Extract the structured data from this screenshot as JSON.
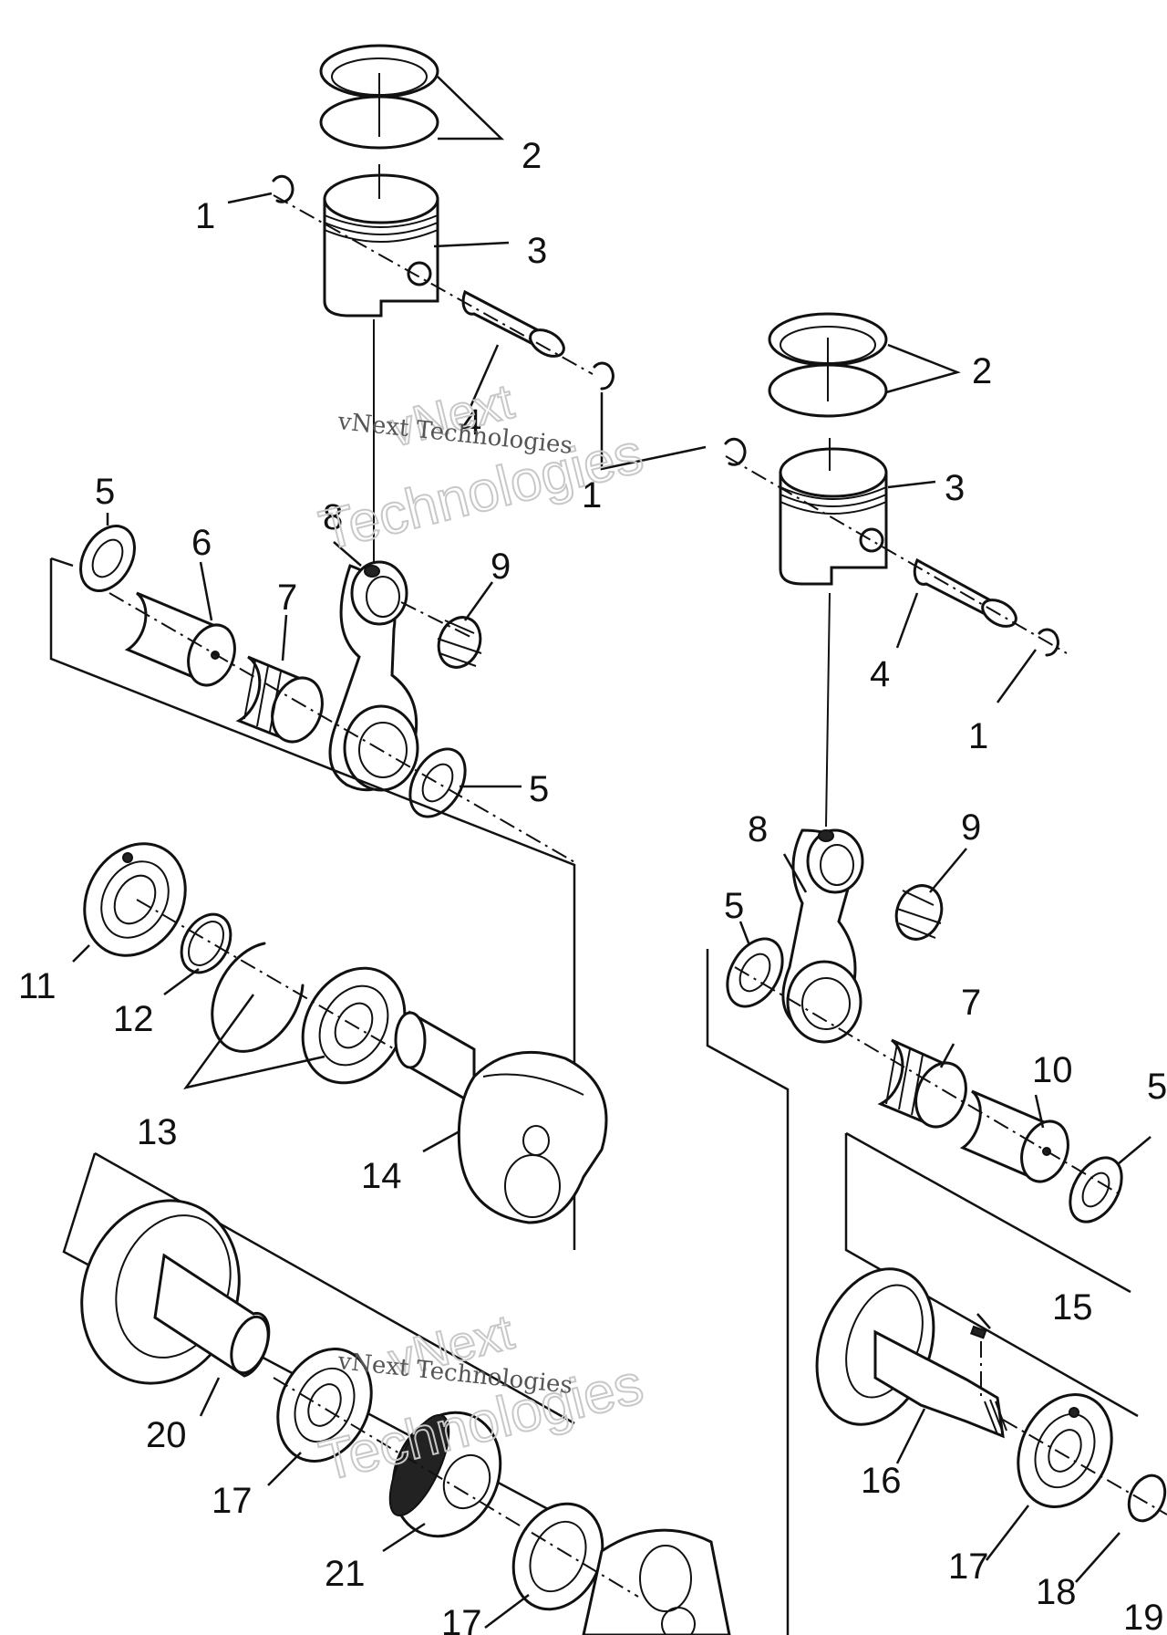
{
  "watermark": {
    "line1": "vNext",
    "line2": "vNext Technologies",
    "line3": "Technologies"
  },
  "callouts": {
    "c1a": "1",
    "c2a": "2",
    "c3a": "3",
    "c4a": "4",
    "c1b": "1",
    "c2b": "2",
    "c3b": "3",
    "c4b": "4",
    "c1c": "1",
    "c5a": "5",
    "c6": "6",
    "c7a": "7",
    "c8a": "8",
    "c9a": "9",
    "c5b": "5",
    "c8b": "8",
    "c9b": "9",
    "c5c": "5",
    "c7b": "7",
    "c10": "10",
    "c5d": "5",
    "c11": "11",
    "c12": "12",
    "c13": "13",
    "c14": "14",
    "c15": "15",
    "c16": "16",
    "c17a": "17",
    "c18": "18",
    "c19": "19",
    "c20": "20",
    "c17b": "17",
    "c21": "21",
    "c17c": "17"
  }
}
